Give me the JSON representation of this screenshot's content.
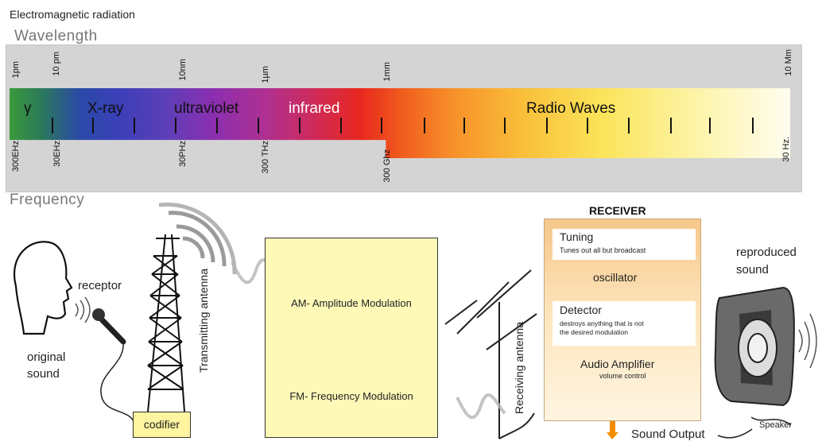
{
  "header": {
    "title": "Electromagnetic radiation",
    "wavelength_label": "Wavelength",
    "frequency_label": "Frequency"
  },
  "spectrum": {
    "wavelength_ticks": [
      "1pm",
      "10 pm",
      "10nm",
      "1µm",
      "1mm",
      "10 Mm"
    ],
    "frequency_ticks": [
      "300EHz",
      "30EHz",
      "30PHz",
      "300 THz",
      "300 Ghz",
      "30 Hz."
    ],
    "bands": [
      "γ",
      "X-ray",
      "ultraviolet",
      "infrared",
      "Radio Waves"
    ]
  },
  "modulation_panel": {
    "am_label": "AM- Amplitude Modulation",
    "fm_label": "FM- Frequency Modulation"
  },
  "transmitter": {
    "receptor_label": "receptor",
    "original_label_1": "original",
    "original_label_2": "sound",
    "antenna_label": "Transmitting antenna",
    "codifier_label": "codifier"
  },
  "receiving_antenna_label": "Receiving antenna",
  "receiver": {
    "title": "RECEIVER",
    "tuning_title": "Tuning",
    "tuning_sub": "Tunes out all but broadcast",
    "oscillator": "oscillator",
    "detector_title": "Detector",
    "detector_sub_1": "destroys anything that is not",
    "detector_sub_2": "the desired modulation",
    "amplifier": "Audio Amplifier",
    "volume": "volume control",
    "output": "Sound Output"
  },
  "speaker": {
    "reproduced_1": "reproduced",
    "reproduced_2": "sound",
    "speaker_label": "Speaker"
  },
  "colors": {
    "panel_yellow": "#fff9b8",
    "receiver_orange": "#f6c78a",
    "output_arrow": "#f28c00",
    "am_wave": "#f08c1e",
    "fm_wave": "#e02020"
  }
}
